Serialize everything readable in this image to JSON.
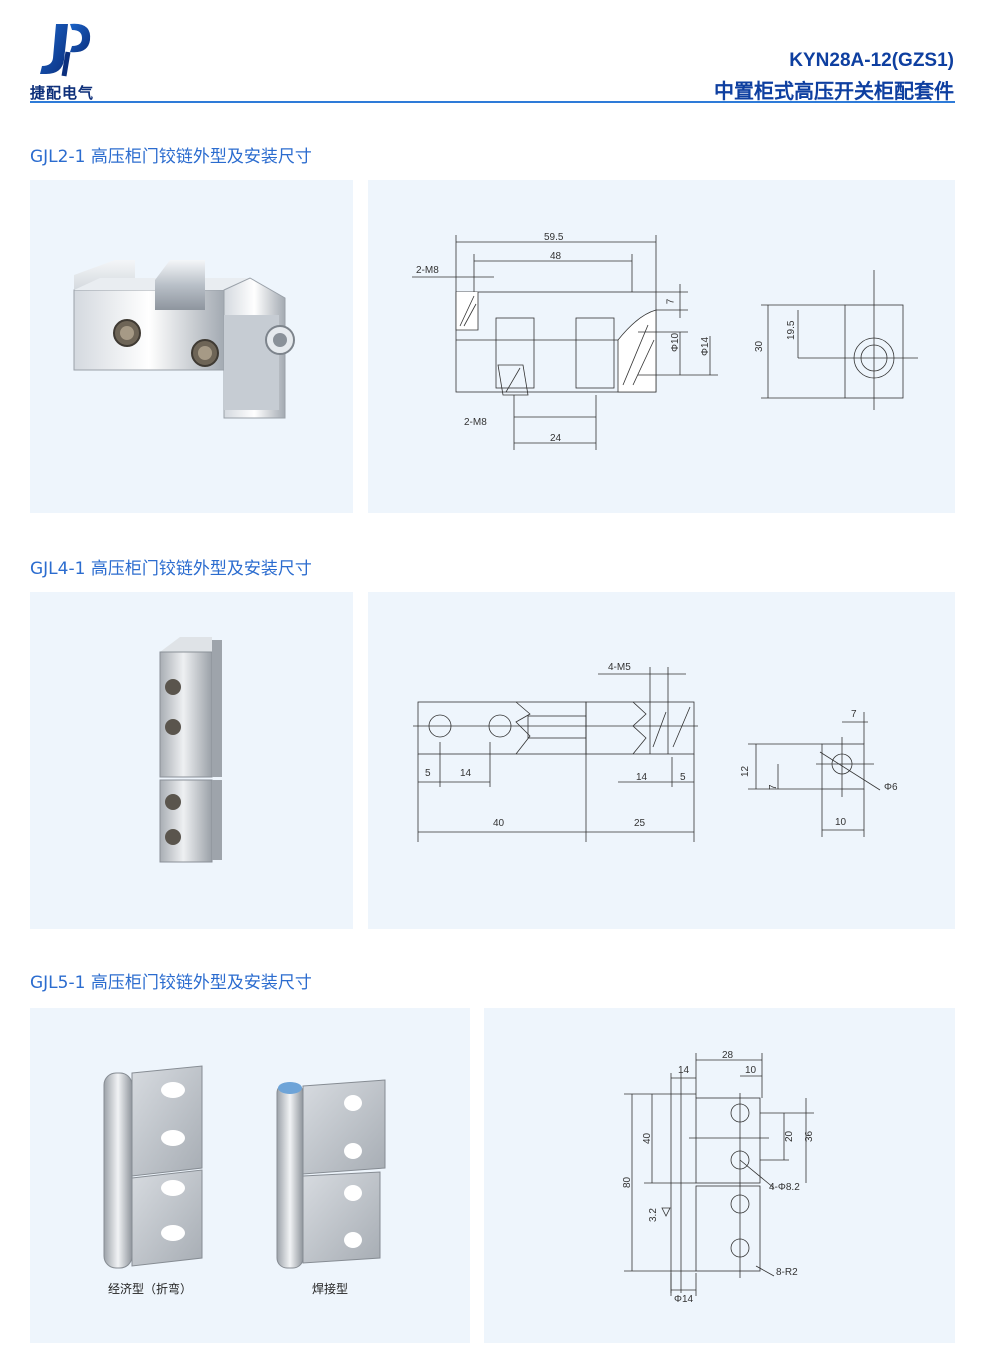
{
  "header": {
    "brand_name": "捷配电气",
    "title_line1": "KYN28A-12(GZS1)",
    "title_line2": "中置柜式高压开关柜配套件",
    "colors": {
      "primary": "#0e3fa0",
      "accent": "#2b6ccf",
      "panel": "#eef5fc"
    }
  },
  "sections": [
    {
      "title": "GJL2-1 高压柜门铰链外型及安装尺寸",
      "dims": {
        "d1": "59.5",
        "d2": "48",
        "d3": "2-M8",
        "d4": "7",
        "d5": "Φ10",
        "d6": "Φ14",
        "d7": "2-M8",
        "d8": "24",
        "d9": "30",
        "d10": "19.5"
      }
    },
    {
      "title": "GJL4-1 高压柜门铰链外型及安装尺寸",
      "dims": {
        "d1": "4-M5",
        "d2": "5",
        "d3": "14",
        "d4": "14",
        "d5": "5",
        "d6": "40",
        "d7": "25",
        "d8": "7",
        "d9": "12",
        "d10": "7",
        "d11": "Φ6",
        "d12": "10"
      }
    },
    {
      "title": "GJL5-1 高压柜门铰链外型及安装尺寸",
      "captions": {
        "left": "经济型（折弯）",
        "right": "焊接型"
      },
      "dims": {
        "d1": "14",
        "d2": "28",
        "d3": "10",
        "d4": "40",
        "d5": "20",
        "d6": "36",
        "d7": "80",
        "d8": "4-Φ8.2",
        "d9": "3.2",
        "d10": "8-R2",
        "d11": "Φ14"
      }
    }
  ]
}
